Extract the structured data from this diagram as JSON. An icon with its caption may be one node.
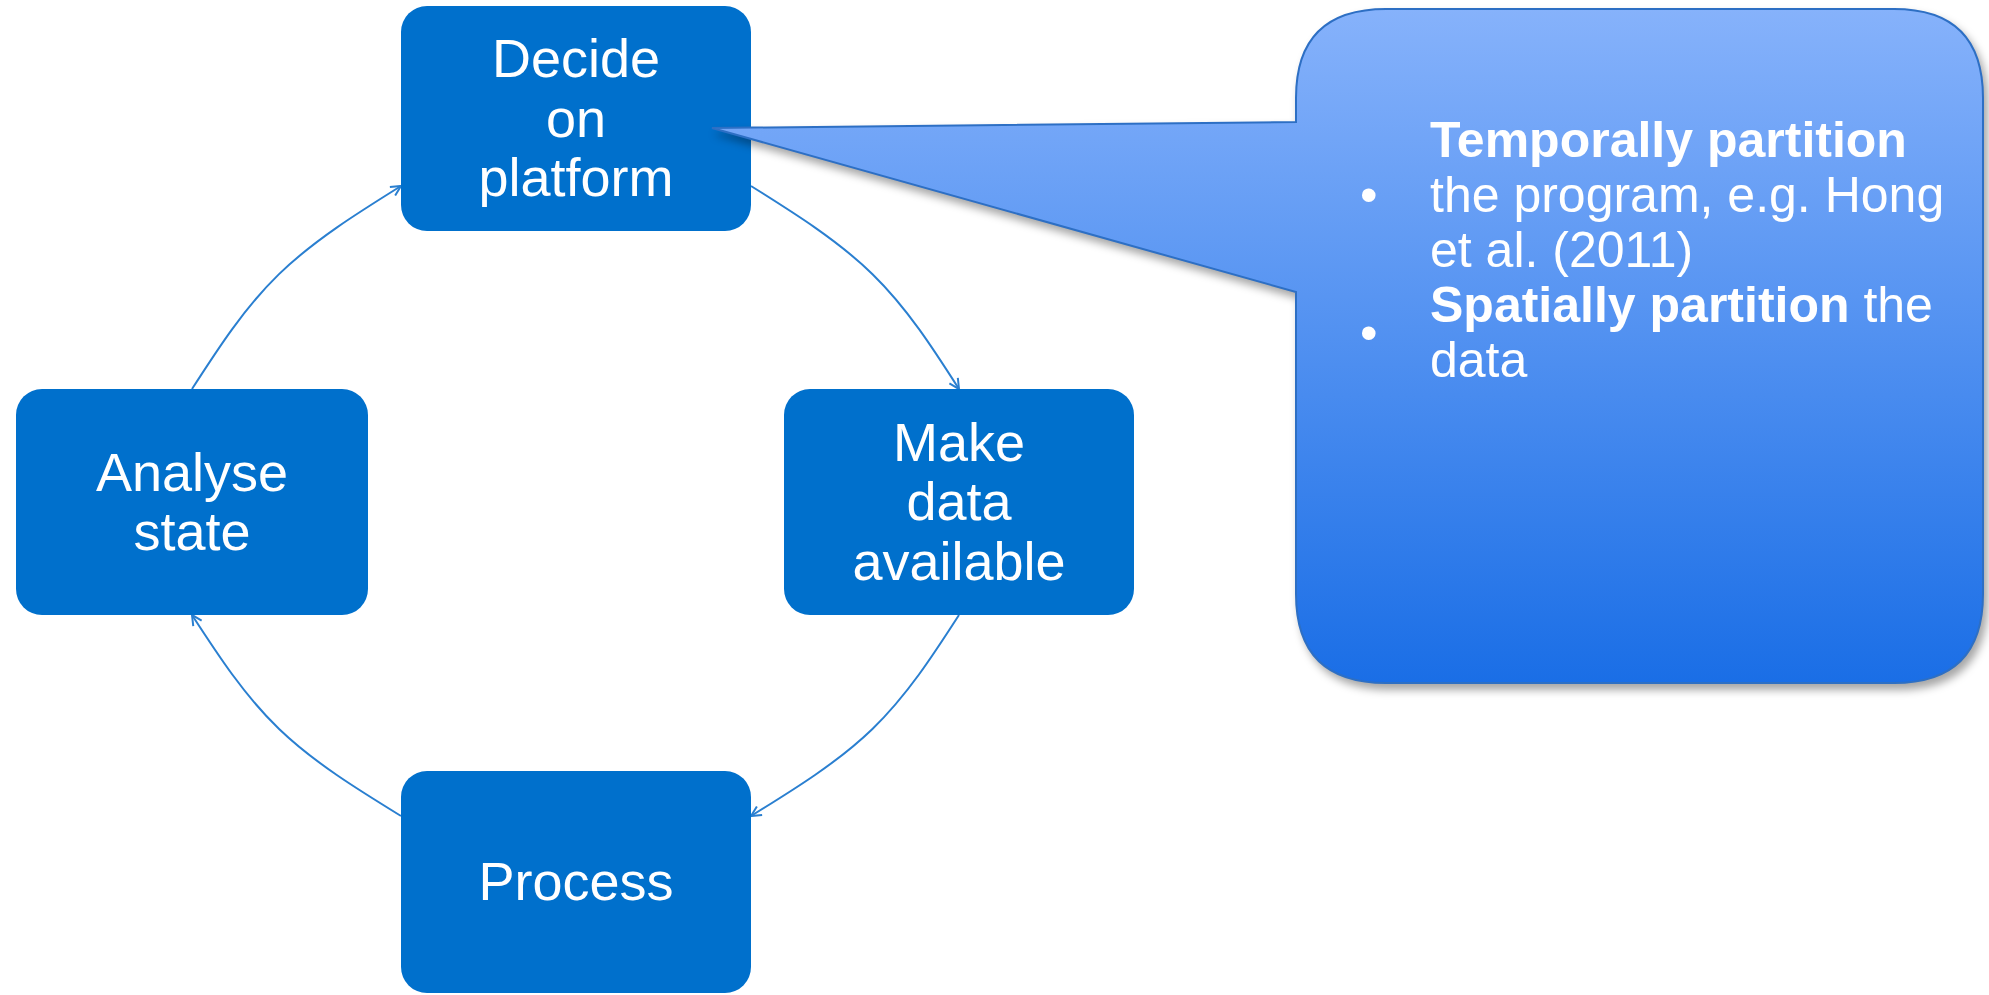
{
  "diagram": {
    "nodes": [
      {
        "text": [
          "Decide on platform"
        ]
      },
      {
        "text": [
          "Make data available"
        ]
      },
      {
        "text": [
          "Process"
        ]
      },
      {
        "text": [
          "Analyse state"
        ]
      },
      {
        "text": [
          "•",
          "**Temporally partition** the program, e.g. Hong et al. (2011)",
          "•",
          "**Spatially partition** the data"
        ]
      }
    ],
    "edges": [
      {
        "from": 0,
        "to": 1,
        "arrow": "to"
      },
      {
        "from": 1,
        "to": 2,
        "arrow": "to"
      },
      {
        "from": 2,
        "to": 3,
        "arrow": "to"
      },
      {
        "from": 3,
        "to": 0,
        "arrow": "to"
      }
    ]
  }
}
